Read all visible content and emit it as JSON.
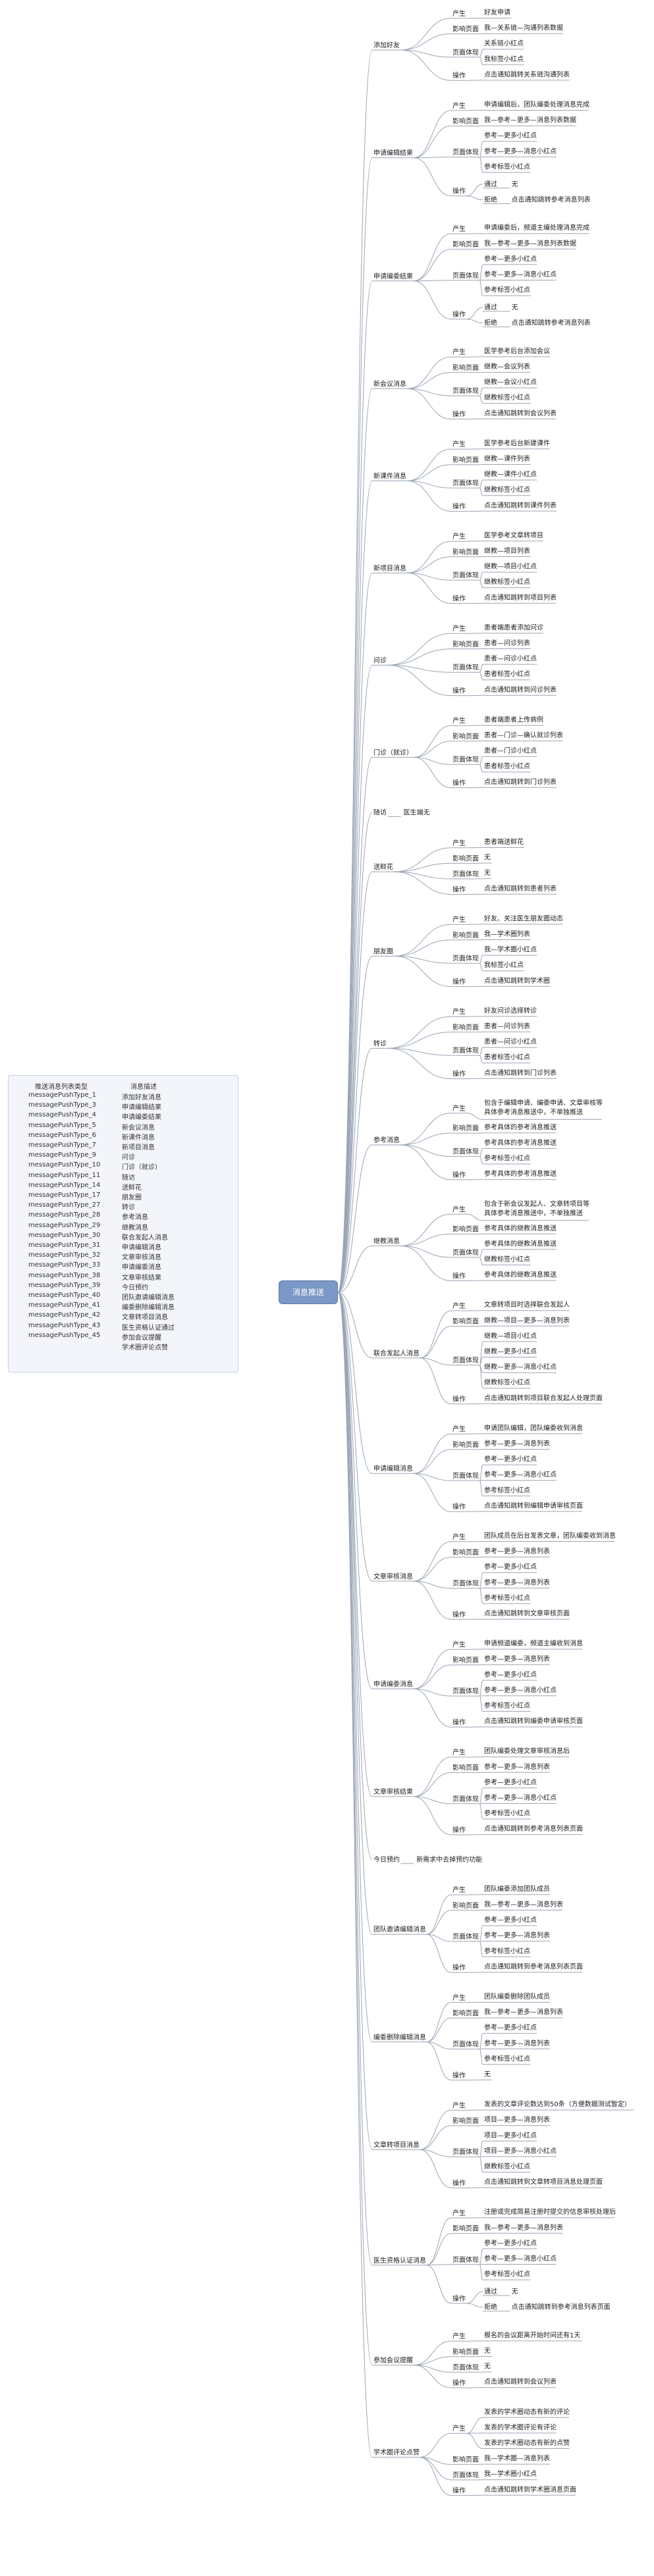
{
  "root": "消息推送",
  "legend": {
    "col1_title": "推送消息列表类型",
    "col2_title": "消息描述",
    "rows": [
      [
        "messagePushType_1",
        "添加好友消息"
      ],
      [
        "messagePushType_3",
        "申请编辑结果"
      ],
      [
        "messagePushType_4",
        "申请编委结果"
      ],
      [
        "messagePushType_5",
        "新会议消息"
      ],
      [
        "messagePushType_6",
        "新课件消息"
      ],
      [
        "messagePushType_7",
        "新项目消息"
      ],
      [
        "messagePushType_9",
        "问诊"
      ],
      [
        "messagePushType_10",
        "门诊（就诊）"
      ],
      [
        "messagePushType_11",
        "随访"
      ],
      [
        "messagePushType_14",
        "送鲜花"
      ],
      [
        "messagePushType_17",
        "朋友圈"
      ],
      [
        "messagePushType_27",
        "转诊"
      ],
      [
        "messagePushType_28",
        "参考消息"
      ],
      [
        "messagePushType_29",
        "继教消息"
      ],
      [
        "messagePushType_30",
        "联合发起人消息"
      ],
      [
        "messagePushType_31",
        "申请编辑消息"
      ],
      [
        "messagePushType_32",
        "文章审核消息"
      ],
      [
        "messagePushType_33",
        "申请编委消息"
      ],
      [
        "messagePushType_38",
        "文章审核结果"
      ],
      [
        "messagePushType_39",
        "今日预约"
      ],
      [
        "messagePushType_40",
        "团队邀请编辑消息"
      ],
      [
        "messagePushType_41",
        "编委删除编辑消息"
      ],
      [
        "messagePushType_42",
        "文章转项目消息"
      ],
      [
        "messagePushType_43",
        "医生资格认证通过"
      ],
      [
        "messagePushType_45",
        "参加会议提醒"
      ],
      [
        "",
        "学术圈评论点赞"
      ]
    ]
  },
  "branches": [
    {
      "label": "添加好友",
      "nodes": [
        [
          "产生",
          [
            [
              "好友申请"
            ]
          ]
        ],
        [
          "影响页面",
          [
            [
              "我—关系链—沟通列表数据"
            ]
          ]
        ],
        [
          "页面体现",
          [
            [
              "关系链小红点"
            ],
            [
              "我标签小红点"
            ]
          ]
        ],
        [
          "操作",
          [
            [
              "点击通知跳转关系链沟通列表"
            ]
          ]
        ]
      ]
    },
    {
      "label": "申请编辑结果",
      "nodes": [
        [
          "产生",
          [
            [
              "申请编辑后，团队编委处理消息完成"
            ]
          ]
        ],
        [
          "影响页面",
          [
            [
              "我—参考—更多—消息列表数据"
            ]
          ]
        ],
        [
          "页面体现",
          [
            [
              "参考—更多小红点"
            ],
            [
              "参考—更多—消息小红点"
            ],
            [
              "参考标签小红点"
            ]
          ]
        ],
        [
          "操作",
          [
            [
              "通过",
              [
                "无"
              ]
            ],
            [
              "拒绝",
              [
                "点击通知跳转参考消息列表"
              ]
            ]
          ]
        ]
      ]
    },
    {
      "label": "申请编委结果",
      "nodes": [
        [
          "产生",
          [
            [
              "申请编委后，频道主编处理消息完成"
            ]
          ]
        ],
        [
          "影响页面",
          [
            [
              "我—参考—更多—消息列表数据"
            ]
          ]
        ],
        [
          "页面体现",
          [
            [
              "参考—更多小红点"
            ],
            [
              "参考—更多—消息小红点"
            ],
            [
              "参考标签小红点"
            ]
          ]
        ],
        [
          "操作",
          [
            [
              "通过",
              [
                "无"
              ]
            ],
            [
              "拒绝",
              [
                "点击通知跳转参考消息列表"
              ]
            ]
          ]
        ]
      ]
    },
    {
      "label": "新会议消息",
      "nodes": [
        [
          "产生",
          [
            [
              "医学参考后台添加会议"
            ]
          ]
        ],
        [
          "影响页面",
          [
            [
              "继教—会议列表"
            ]
          ]
        ],
        [
          "页面体现",
          [
            [
              "继教—会议小红点"
            ],
            [
              "继教标签小红点"
            ]
          ]
        ],
        [
          "操作",
          [
            [
              "点击通知跳转到会议列表"
            ]
          ]
        ]
      ]
    },
    {
      "label": "新课件消息",
      "nodes": [
        [
          "产生",
          [
            [
              "医学参考后台新建课件"
            ]
          ]
        ],
        [
          "影响页面",
          [
            [
              "继教—课件列表"
            ]
          ]
        ],
        [
          "页面体现",
          [
            [
              "继教—课件小红点"
            ],
            [
              "继教标签小红点"
            ]
          ]
        ],
        [
          "操作",
          [
            [
              "点击通知跳转到课件列表"
            ]
          ]
        ]
      ]
    },
    {
      "label": "新项目消息",
      "nodes": [
        [
          "产生",
          [
            [
              "医学参考文章转项目"
            ]
          ]
        ],
        [
          "影响页面",
          [
            [
              "继教—项目列表"
            ]
          ]
        ],
        [
          "页面体现",
          [
            [
              "继教—项目小红点"
            ],
            [
              "继教标签小红点"
            ]
          ]
        ],
        [
          "操作",
          [
            [
              "点击通知跳转到项目列表"
            ]
          ]
        ]
      ]
    },
    {
      "label": "问诊",
      "nodes": [
        [
          "产生",
          [
            [
              "患者端患者添加问诊"
            ]
          ]
        ],
        [
          "影响页面",
          [
            [
              "患者—问诊列表"
            ]
          ]
        ],
        [
          "页面体现",
          [
            [
              "患者—问诊小红点"
            ],
            [
              "患者标签小红点"
            ]
          ]
        ],
        [
          "操作",
          [
            [
              "点击通知跳转到问诊列表"
            ]
          ]
        ]
      ]
    },
    {
      "label": "门诊（就诊）",
      "nodes": [
        [
          "产生",
          [
            [
              "患者端患者上传病例"
            ]
          ]
        ],
        [
          "影响页面",
          [
            [
              "患者—门诊—确认就诊列表"
            ]
          ]
        ],
        [
          "页面体现",
          [
            [
              "患者—门诊小红点"
            ],
            [
              "患者标签小红点"
            ]
          ]
        ],
        [
          "操作",
          [
            [
              "点击通知跳转到门诊列表"
            ]
          ]
        ]
      ]
    },
    {
      "label": "随访",
      "inline": "医生端无"
    },
    {
      "label": "送鲜花",
      "nodes": [
        [
          "产生",
          [
            [
              "患者端送鲜花"
            ]
          ]
        ],
        [
          "影响页面",
          [
            [
              "无"
            ]
          ]
        ],
        [
          "页面体现",
          [
            [
              "无"
            ]
          ]
        ],
        [
          "操作",
          [
            [
              "点击通知跳转到患者列表"
            ]
          ]
        ]
      ]
    },
    {
      "label": "朋友圈",
      "nodes": [
        [
          "产生",
          [
            [
              "好友、关注医生朋友圈动态"
            ]
          ]
        ],
        [
          "影响页面",
          [
            [
              "我—学术圈列表"
            ]
          ]
        ],
        [
          "页面体现",
          [
            [
              "我—学术圈小红点"
            ],
            [
              "我标签小红点"
            ]
          ]
        ],
        [
          "操作",
          [
            [
              "点击通知跳转到学术圈"
            ]
          ]
        ]
      ]
    },
    {
      "label": "转诊",
      "nodes": [
        [
          "产生",
          [
            [
              "好友问诊选择转诊"
            ]
          ]
        ],
        [
          "影响页面",
          [
            [
              "患者—问诊列表"
            ]
          ]
        ],
        [
          "页面体现",
          [
            [
              "患者—问诊小红点"
            ],
            [
              "患者标签小红点"
            ]
          ]
        ],
        [
          "操作",
          [
            [
              "点击通知跳转到门诊列表"
            ]
          ]
        ]
      ]
    },
    {
      "label": "参考消息",
      "nodes": [
        [
          "产生",
          [
            [
              "包含于编辑申请、编委申请、文章审核等",
              "具体参考消息推送中，不单独推送"
            ]
          ]
        ],
        [
          "影响页面",
          [
            [
              "参考具体的参考消息推送"
            ]
          ]
        ],
        [
          "页面体现",
          [
            [
              "参考具体的参考消息推送"
            ],
            [
              "参考标签小红点"
            ]
          ]
        ],
        [
          "操作",
          [
            [
              "参考具体的参考消息推送"
            ]
          ]
        ]
      ]
    },
    {
      "label": "继教消息",
      "nodes": [
        [
          "产生",
          [
            [
              "包含于新会议发起人、文章转项目等",
              "具体参考消息推送中，不单独推送"
            ]
          ]
        ],
        [
          "影响页面",
          [
            [
              "参考具体的继教消息推送"
            ]
          ]
        ],
        [
          "页面体现",
          [
            [
              "参考具体的继教消息推送"
            ],
            [
              "继教标签小红点"
            ]
          ]
        ],
        [
          "操作",
          [
            [
              "参考具体的继教消息推送"
            ]
          ]
        ]
      ]
    },
    {
      "label": "联合发起人消息",
      "nodes": [
        [
          "产生",
          [
            [
              "文章转项目时选择联合发起人"
            ]
          ]
        ],
        [
          "影响页面",
          [
            [
              "继教—项目—更多—消息列表"
            ]
          ]
        ],
        [
          "页面体现",
          [
            [
              "继教—项目小红点"
            ],
            [
              "继教—更多小红点"
            ],
            [
              "继教—更多—消息小红点"
            ],
            [
              "继教标签小红点"
            ]
          ]
        ],
        [
          "操作",
          [
            [
              "点击通知跳转到项目联合发起人处理页面"
            ]
          ]
        ]
      ]
    },
    {
      "label": "申请编辑消息",
      "nodes": [
        [
          "产生",
          [
            [
              "申请团队编辑，团队编委收到消息"
            ]
          ]
        ],
        [
          "影响页面",
          [
            [
              "参考—更多—消息列表"
            ]
          ]
        ],
        [
          "页面体现",
          [
            [
              "参考—更多小红点"
            ],
            [
              "参考—更多—消息小红点"
            ],
            [
              "参考标签小红点"
            ]
          ]
        ],
        [
          "操作",
          [
            [
              "点击通知跳转到编辑申请审核页面"
            ]
          ]
        ]
      ]
    },
    {
      "label": "文章审核消息",
      "nodes": [
        [
          "产生",
          [
            [
              "团队成员在后台发表文章，团队编委收到消息"
            ]
          ]
        ],
        [
          "影响页面",
          [
            [
              "参考—更多—消息列表"
            ]
          ]
        ],
        [
          "页面体现",
          [
            [
              "参考—更多小红点"
            ],
            [
              "参考—更多—消息列表"
            ],
            [
              "参考标签小红点"
            ]
          ]
        ],
        [
          "操作",
          [
            [
              "点击通知跳转到文章审核页面"
            ]
          ]
        ]
      ]
    },
    {
      "label": "申请编委消息",
      "nodes": [
        [
          "产生",
          [
            [
              "申请频道编委，频道主编收到消息"
            ]
          ]
        ],
        [
          "影响页面",
          [
            [
              "参考—更多—消息列表"
            ]
          ]
        ],
        [
          "页面体现",
          [
            [
              "参考—更多小红点"
            ],
            [
              "参考—更多—消息小红点"
            ],
            [
              "参考标签小红点"
            ]
          ]
        ],
        [
          "操作",
          [
            [
              "点击通知跳转到编委申请审核页面"
            ]
          ]
        ]
      ]
    },
    {
      "label": "文章审核结果",
      "nodes": [
        [
          "产生",
          [
            [
              "团队编委处理文章审核消息后"
            ]
          ]
        ],
        [
          "影响页面",
          [
            [
              "参考—更多—消息列表"
            ]
          ]
        ],
        [
          "页面体现",
          [
            [
              "参考—更多小红点"
            ],
            [
              "参考—更多—消息小红点"
            ],
            [
              "参考标签小红点"
            ]
          ]
        ],
        [
          "操作",
          [
            [
              "点击通知跳转到参考消息列表页面"
            ]
          ]
        ]
      ]
    },
    {
      "label": "今日预约",
      "inline": "新需求中去掉预约功能"
    },
    {
      "label": "团队邀请编辑消息",
      "nodes": [
        [
          "产生",
          [
            [
              "团队编委添加团队成员"
            ]
          ]
        ],
        [
          "影响页面",
          [
            [
              "我—参考—更多—消息列表"
            ]
          ]
        ],
        [
          "页面体现",
          [
            [
              "参考—更多小红点"
            ],
            [
              "参考—更多—消息列表"
            ],
            [
              "参考标签小红点"
            ]
          ]
        ],
        [
          "操作",
          [
            [
              "点击通知跳转到参考消息列表页面"
            ]
          ]
        ]
      ]
    },
    {
      "label": "编委删除编辑消息",
      "nodes": [
        [
          "产生",
          [
            [
              "团队编委删除团队成员"
            ]
          ]
        ],
        [
          "影响页面",
          [
            [
              "我—参考—更多—消息列表"
            ]
          ]
        ],
        [
          "页面体现",
          [
            [
              "参考—更多小红点"
            ],
            [
              "参考—更多—消息列表"
            ],
            [
              "参考标签小红点"
            ]
          ]
        ],
        [
          "操作",
          [
            [
              "无"
            ]
          ]
        ]
      ]
    },
    {
      "label": "文章转项目消息",
      "nodes": [
        [
          "产生",
          [
            [
              "发表的文章评论数达到50条（方便数据测试暂定）"
            ]
          ]
        ],
        [
          "影响页面",
          [
            [
              "项目—更多—消息列表"
            ]
          ]
        ],
        [
          "页面体现",
          [
            [
              "项目—更多小红点"
            ],
            [
              "项目—更多—消息小红点"
            ],
            [
              "继教标签小红点"
            ]
          ]
        ],
        [
          "操作",
          [
            [
              "点击通知跳转到文章转项目消息处理页面"
            ]
          ]
        ]
      ]
    },
    {
      "label": "医生资格认证消息",
      "nodes": [
        [
          "产生",
          [
            [
              "注册或完成简易注册时提交的信息审核处理后"
            ]
          ]
        ],
        [
          "影响页面",
          [
            [
              "我—参考—更多—消息列表"
            ]
          ]
        ],
        [
          "页面体现",
          [
            [
              "参考—更多小红点"
            ],
            [
              "参考—更多—消息小红点"
            ],
            [
              "参考标签小红点"
            ]
          ]
        ],
        [
          "操作",
          [
            [
              "通过",
              [
                "无"
              ]
            ],
            [
              "拒绝",
              [
                "点击通知跳转到参考消息列表页面"
              ]
            ]
          ]
        ]
      ]
    },
    {
      "label": "参加会议提醒",
      "nodes": [
        [
          "产生",
          [
            [
              "报名的会议距离开始时间还有1天"
            ]
          ]
        ],
        [
          "影响页面",
          [
            [
              "无"
            ]
          ]
        ],
        [
          "页面体现",
          [
            [
              "无"
            ]
          ]
        ],
        [
          "操作",
          [
            [
              "点击通知跳转到会议列表"
            ]
          ]
        ]
      ]
    },
    {
      "label": "学术圈评论点赞",
      "nodes": [
        [
          "产生",
          [
            [
              "发表的学术圈动态有新的评论"
            ],
            [
              "发表的学术圈评论有评论"
            ],
            [
              "发表的学术圈动态有新的点赞"
            ]
          ]
        ],
        [
          "影响页面",
          [
            [
              "我—学术圈—消息列表"
            ]
          ]
        ],
        [
          "页面体现",
          [
            [
              "我—学术圈小红点"
            ]
          ]
        ],
        [
          "操作",
          [
            [
              "点击通知跳转到学术圈消息页面"
            ]
          ]
        ]
      ]
    }
  ]
}
